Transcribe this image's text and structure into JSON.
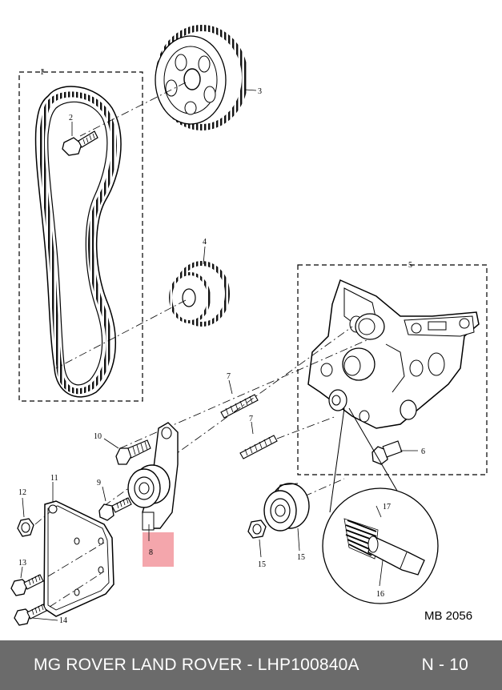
{
  "diagram": {
    "reference": "MB 2056",
    "highlight_color": "#f4a6ac",
    "callouts": [
      {
        "id": "c1",
        "label": "1"
      },
      {
        "id": "c2",
        "label": "2"
      },
      {
        "id": "c3",
        "label": "3"
      },
      {
        "id": "c4",
        "label": "4"
      },
      {
        "id": "c5",
        "label": "5"
      },
      {
        "id": "c6",
        "label": "6"
      },
      {
        "id": "c7a",
        "label": "7"
      },
      {
        "id": "c7b",
        "label": "7"
      },
      {
        "id": "c8",
        "label": "8"
      },
      {
        "id": "c9",
        "label": "9"
      },
      {
        "id": "c10",
        "label": "10"
      },
      {
        "id": "c11",
        "label": "11"
      },
      {
        "id": "c12",
        "label": "12"
      },
      {
        "id": "c13",
        "label": "13"
      },
      {
        "id": "c14",
        "label": "14"
      },
      {
        "id": "c15a",
        "label": "15"
      },
      {
        "id": "c15b",
        "label": "15"
      },
      {
        "id": "c16",
        "label": "16"
      },
      {
        "id": "c17",
        "label": "17"
      }
    ]
  },
  "footer": {
    "part_text": "MG ROVER LAND ROVER - LHP100840A",
    "page_text": "N - 10",
    "background": "#6b6b6b"
  }
}
